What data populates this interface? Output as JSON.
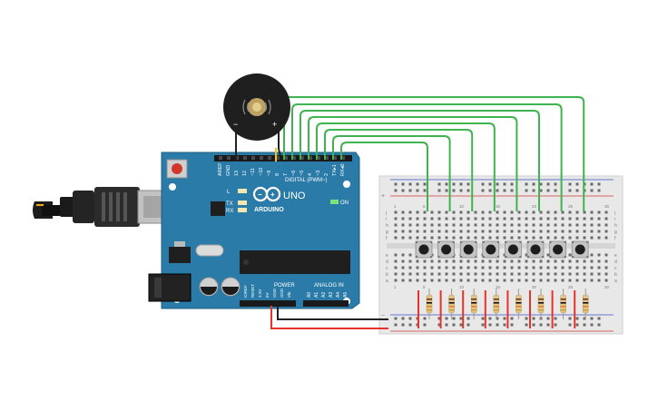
{
  "board": {
    "brand_label": "ARDUINO",
    "model_label": "UNO",
    "digital_header_label": "DIGITAL (PWM~)",
    "power_header_label": "POWER",
    "analog_header_label": "ANALOG IN",
    "on_led_label": "ON",
    "l_led_label": "L",
    "tx_led_label": "TX",
    "rx_led_label": "RX",
    "digital_pins": [
      "AREF",
      "GND",
      "13",
      "12",
      "~11",
      "~10",
      "~9",
      "8",
      "7",
      "~6",
      "~5",
      "4",
      "~3",
      "2",
      "TX▸1",
      "RX◂0"
    ],
    "power_pins": [
      "IOREF",
      "RESET",
      "3.3V",
      "5V",
      "GND",
      "GND",
      "Vin"
    ],
    "analog_pins": [
      "A0",
      "A1",
      "A2",
      "A3",
      "A4",
      "A5"
    ]
  },
  "buzzer": {
    "minus_label": "−",
    "plus_label": "+"
  },
  "breadboard": {
    "row_letters_top": [
      "j",
      "i",
      "h",
      "g",
      "f"
    ],
    "row_letters_bottom": [
      "e",
      "d",
      "c",
      "b",
      "a"
    ],
    "column_numbers": [
      "1",
      "5",
      "10",
      "15",
      "20",
      "25",
      "30"
    ],
    "rail_plus": "+",
    "rail_minus": "−",
    "button_count": 8,
    "resistor_count": 8
  },
  "colors": {
    "board": "#2b7ba8",
    "wire_signal": "#3fb34f",
    "wire_power": "#e8322a",
    "wire_ground": "#222222",
    "resistor_body": "#e3c48c",
    "breadboard": "#e8e8e8"
  }
}
